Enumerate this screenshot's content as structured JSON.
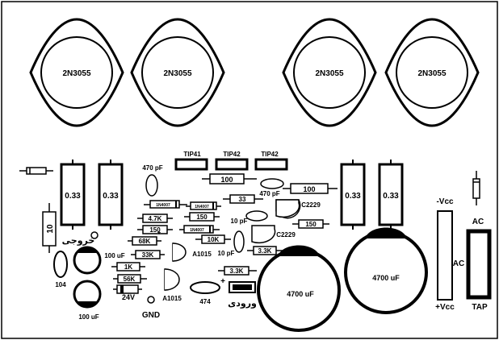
{
  "transistors": {
    "power": [
      "2N3055",
      "2N3055",
      "2N3055",
      "2N3055"
    ],
    "driver": [
      "TIP41",
      "TIP42",
      "TIP42"
    ],
    "small": [
      "A1015",
      "A1015"
    ],
    "small2": "C2229"
  },
  "resistors": {
    "emitter": [
      "0.33",
      "0.33",
      "0.33",
      "0.33"
    ],
    "r100_left": "100",
    "r100_right": "100",
    "r33": "33",
    "r150": "150",
    "r150b": "150",
    "r150r": "150",
    "r47k": "4.7K",
    "r68k": "68K",
    "r33k": "33K",
    "r10k": "10K",
    "r33k_r": "3.3K",
    "r33k_r2": "3.3K",
    "r1k": "1K",
    "r56k": "56K",
    "r10": "10"
  },
  "diodes": {
    "d1": "1N4007",
    "d2": "1N4007",
    "d3": "1N4007"
  },
  "capacitors": {
    "c470a": "470 pF",
    "c470b": "470 pF",
    "c10a": "10 pF",
    "c10b": "10 pF",
    "c100_top": "100 uF",
    "c100_bot": "100 uF",
    "c104": "104",
    "c474": "474",
    "c4700a": "4700 uF",
    "c4700b": "4700 uF"
  },
  "labels": {
    "output": "خروجی",
    "input": "ورودی",
    "gnd": "GND",
    "v24": "24V",
    "neg_vcc": "-Vcc",
    "pos_vcc": "+Vcc",
    "ac_top": "AC",
    "ac_mid": "AC",
    "tap": "TAP",
    "plus": "+",
    "star": "*"
  },
  "colors": {
    "ink": "#000000",
    "paper": "#ffffff"
  }
}
